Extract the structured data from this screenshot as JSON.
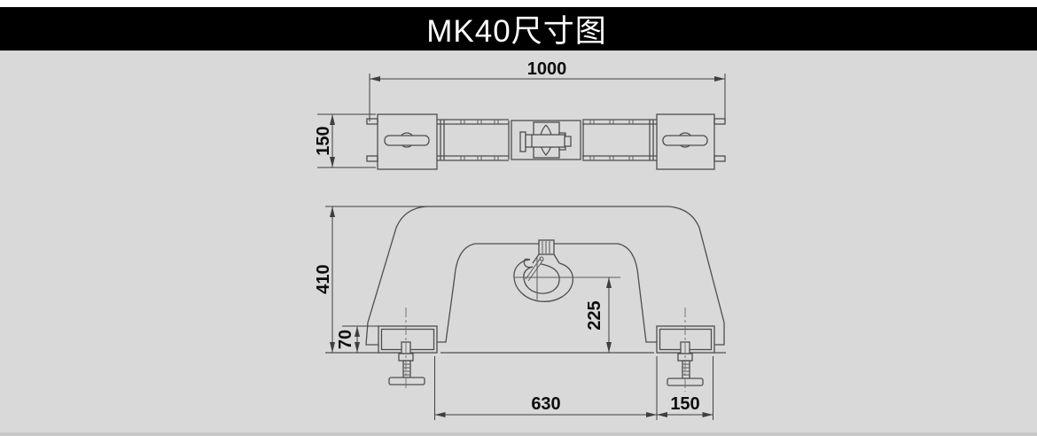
{
  "title_bar": {
    "title": "MK40尺寸图"
  },
  "colors": {
    "background": "#d9d9d9",
    "title_bar_background": "#000000",
    "title_text": "#ffffff",
    "drawing_lines": "#4e4e4e",
    "dimension_text": "#0d0d0d"
  },
  "top_view": {
    "description": "plan view of MK40 beam with end plates and center hook mount",
    "dims": {
      "overall_length": "1000",
      "overall_width": "150"
    }
  },
  "front_view": {
    "description": "front view of MK40 gantry frame with crane hook and adjustable clamp feet",
    "dims": {
      "overall_height": "410",
      "foot_height": "70",
      "hook_to_base": "225",
      "inner_span": "630",
      "foot_width": "150"
    }
  }
}
